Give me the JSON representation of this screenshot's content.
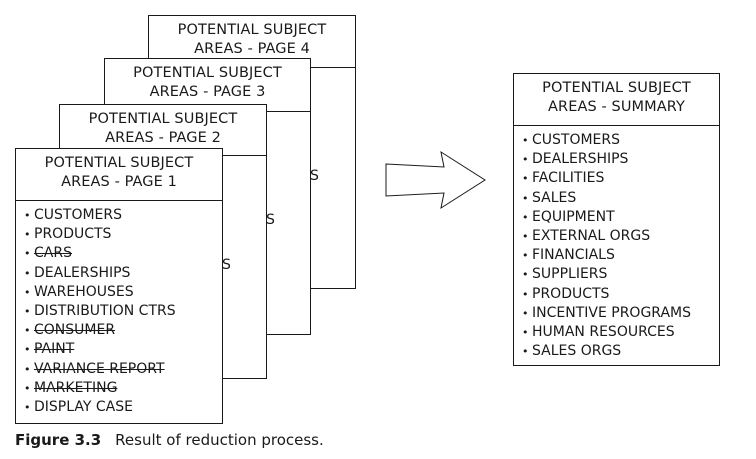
{
  "pages": [
    {
      "title_line1": "POTENTIAL SUBJECT",
      "title_line2": "AREAS - PAGE 4",
      "peek_text": "S"
    },
    {
      "title_line1": "POTENTIAL SUBJECT",
      "title_line2": "AREAS - PAGE 3",
      "peek_text": "S"
    },
    {
      "title_line1": "POTENTIAL SUBJECT",
      "title_line2": "AREAS - PAGE 2",
      "peek_text": "S"
    },
    {
      "title_line1": "POTENTIAL SUBJECT",
      "title_line2": "AREAS - PAGE 1",
      "items": [
        {
          "text": "CUSTOMERS",
          "struck": false
        },
        {
          "text": "PRODUCTS",
          "struck": false
        },
        {
          "text": "CARS",
          "struck": true
        },
        {
          "text": "DEALERSHIPS",
          "struck": false
        },
        {
          "text": "WAREHOUSES",
          "struck": false
        },
        {
          "text": "DISTRIBUTION CTRS",
          "struck": false
        },
        {
          "text": "CONSUMER",
          "struck": true
        },
        {
          "text": "PAINT",
          "struck": true
        },
        {
          "text": "VARIANCE REPORT",
          "struck": true
        },
        {
          "text": "MARKETING",
          "struck": true
        },
        {
          "text": "DISPLAY CASE",
          "struck": false
        }
      ]
    }
  ],
  "summary": {
    "title_line1": "POTENTIAL SUBJECT",
    "title_line2": "AREAS - SUMMARY",
    "items": [
      "CUSTOMERS",
      "DEALERSHIPS",
      "FACILITIES",
      "SALES",
      "EQUIPMENT",
      "EXTERNAL ORGS",
      "FINANCIALS",
      "SUPPLIERS",
      "PRODUCTS",
      "INCENTIVE PROGRAMS",
      "HUMAN RESOURCES",
      "SALES ORGS"
    ]
  },
  "bullet": "•",
  "arrow_icon": "right-arrow-outline",
  "caption": {
    "number": "Figure 3.3",
    "text": "Result of reduction process."
  }
}
